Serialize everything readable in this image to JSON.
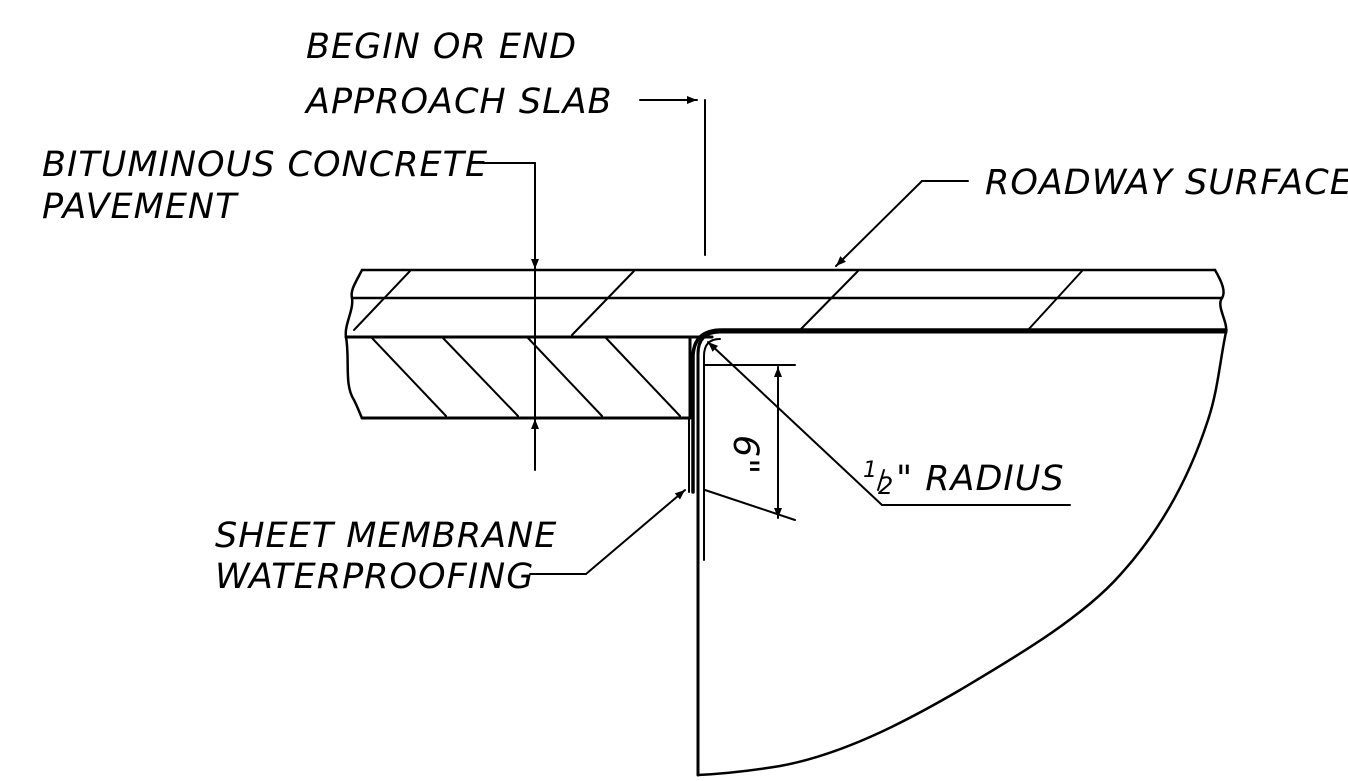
{
  "labels": {
    "approach_line1": "BEGIN OR END",
    "approach_line2": "APPROACH SLAB",
    "pavement_line1": "BITUMINOUS CONCRETE",
    "pavement_line2": "PAVEMENT",
    "roadway": "ROADWAY SURFACE",
    "dimension": "6\"",
    "radius_num": "1",
    "radius_den": "2",
    "radius_text": "\" RADIUS",
    "membrane_line1": "SHEET MEMBRANE",
    "membrane_line2": "WATERPROOFING"
  }
}
